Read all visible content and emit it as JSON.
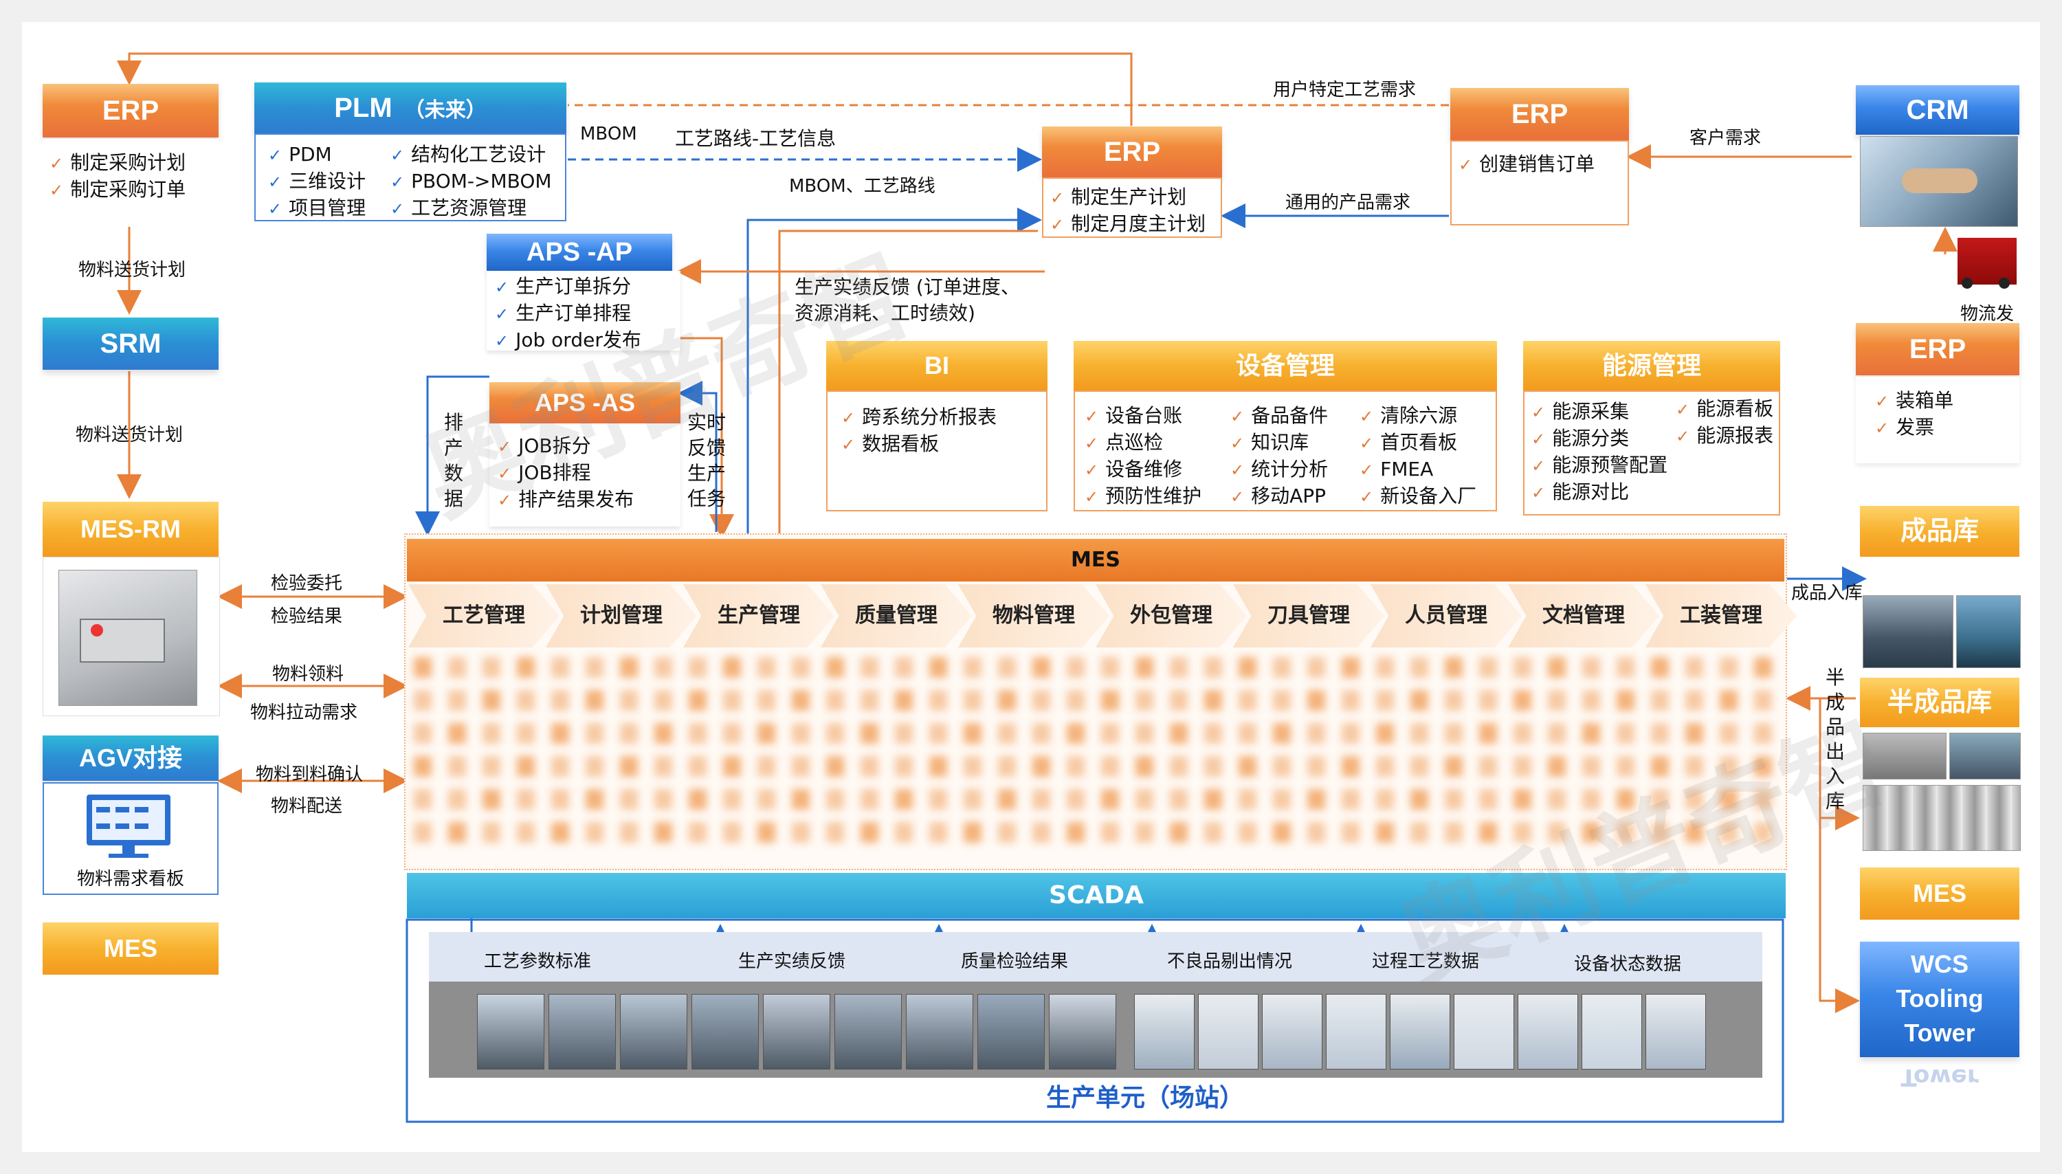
{
  "plm": {
    "title": "PLM",
    "subtitle": "（未来）",
    "col1": [
      "PDM",
      "三维设计",
      "项目管理"
    ],
    "col2": [
      "结构化工艺设计",
      "PBOM->MBOM",
      "工艺资源管理"
    ]
  },
  "erp_left": {
    "title": "ERP",
    "items": [
      "制定采购计划",
      "制定采购订单"
    ]
  },
  "erp_center": {
    "title": "ERP",
    "items": [
      "制定生产计划",
      "制定月度主计划"
    ]
  },
  "erp_sales": {
    "title": "ERP",
    "items": [
      "创建销售订单"
    ]
  },
  "crm": {
    "title": "CRM"
  },
  "erp_right": {
    "title": "ERP",
    "items": [
      "装箱单",
      "发票"
    ]
  },
  "srm": {
    "title": "SRM"
  },
  "mes_rm": {
    "title": "MES-RM"
  },
  "agv": {
    "title": "AGV对接",
    "caption": "物料需求看板"
  },
  "mes_left": {
    "title": "MES"
  },
  "aps_ap": {
    "title": "APS -AP",
    "items": [
      "生产订单拆分",
      "生产订单排程",
      "Job order发布"
    ]
  },
  "aps_as": {
    "title": "APS -AS",
    "items": [
      "JOB拆分",
      "JOB排程",
      "排产结果发布"
    ],
    "left_vert": "排产数据",
    "right_vert": "实时反馈生产任务"
  },
  "bi": {
    "title": "BI",
    "items": [
      "跨系统分析报表",
      "数据看板"
    ]
  },
  "equip": {
    "title": "设备管理",
    "col1": [
      "设备台账",
      "点巡检",
      "设备维修",
      "预防性维护"
    ],
    "col2": [
      "备品备件",
      "知识库",
      "统计分析",
      "移动APP"
    ],
    "col3": [
      "清除六源",
      "首页看板",
      "FMEA",
      "新设备入厂"
    ]
  },
  "energy": {
    "title": "能源管理",
    "col1": [
      "能源采集",
      "能源分类",
      "能源预警配置",
      "能源对比"
    ],
    "col2": [
      "能源看板",
      "能源报表"
    ]
  },
  "mes_bar": {
    "title": "MES"
  },
  "modules": [
    {
      "l1": "工艺",
      "l2": "管理"
    },
    {
      "l1": "计划",
      "l2": "管理"
    },
    {
      "l1": "生产",
      "l2": "管理"
    },
    {
      "l1": "质量",
      "l2": "管理"
    },
    {
      "l1": "物料",
      "l2": "管理"
    },
    {
      "l1": "外包",
      "l2": "管理"
    },
    {
      "l1": "刀具",
      "l2": "管理"
    },
    {
      "l1": "人员",
      "l2": "管理"
    },
    {
      "l1": "文档",
      "l2": "管理"
    },
    {
      "l1": "工装",
      "l2": "管理"
    }
  ],
  "scada": {
    "title": "SCADA",
    "labels": [
      "工艺参数标准",
      "生产实绩反馈",
      "质量检验结果",
      "不良品剔出情况",
      "过程工艺数据",
      "设备状态数据"
    ]
  },
  "production_unit": {
    "title": "生产单元（场站）"
  },
  "right_col": {
    "finished": "成品库",
    "semi": "半成品库",
    "mes": "MES",
    "wcs_l1": "WCS",
    "wcs_l2": "Tooling",
    "wcs_l3": "Tower",
    "wcs_reflect": "Tower"
  },
  "flows": {
    "user_req": "用户特定工艺需求",
    "mbom": "MBOM",
    "route_info": "工艺路线-工艺信息",
    "mbom_route": "MBOM、工艺路线",
    "customer_req": "客户需求",
    "general_req": "通用的产品需求",
    "feedback_l1": "生产实绩反馈 (订单进度、",
    "feedback_l2": "资源消耗、工时绩效)",
    "delivery_plan_1": "物料送货计划",
    "delivery_plan_2": "物料送货计划",
    "inspect_req": "检验委托",
    "inspect_result": "检验结果",
    "material_pick": "物料领料",
    "material_pull": "物料拉动需求",
    "arrival_confirm": "物料到料确认",
    "material_dispatch": "物料配送",
    "logistics": "物流发",
    "finished_in": "成品入库",
    "semi_inout": "半成品出入库"
  },
  "watermark": "奥利普奇智",
  "colors": {
    "orange": "#e9703a",
    "blue": "#2a6fd0",
    "arrow_orange": "#e8803a",
    "arrow_blue": "#2a6fd0"
  }
}
